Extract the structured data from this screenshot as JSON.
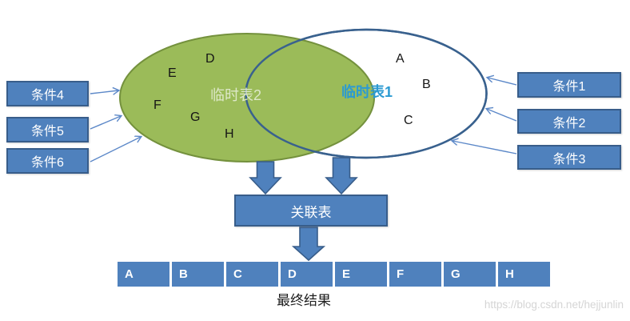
{
  "venn": {
    "left": {
      "label": "临时表2",
      "letters": [
        "D",
        "E",
        "F",
        "G",
        "H"
      ],
      "fill": "#9bbb59",
      "border": "#74913d",
      "label_color": "#dde8c8"
    },
    "right": {
      "label": "临时表1",
      "letters": [
        "A",
        "B",
        "C"
      ],
      "fill": "#ffffff",
      "border": "#39618e",
      "label_color": "#2b9ad2"
    }
  },
  "conditions_left": [
    "条件4",
    "条件5",
    "条件6"
  ],
  "conditions_right": [
    "条件1",
    "条件2",
    "条件3"
  ],
  "join_label": "关联表",
  "result": {
    "cells": [
      "A",
      "B",
      "C",
      "D",
      "E",
      "F",
      "G",
      "H"
    ],
    "caption": "最终结果"
  },
  "watermark": "https://blog.csdn.net/hejjunlin",
  "colors": {
    "box_fill": "#4f81bd",
    "box_border": "#385d8a",
    "thin_arrow": "#5c88c8",
    "block_arrow_fill": "#4f81bd",
    "block_arrow_border": "#385d8a"
  }
}
